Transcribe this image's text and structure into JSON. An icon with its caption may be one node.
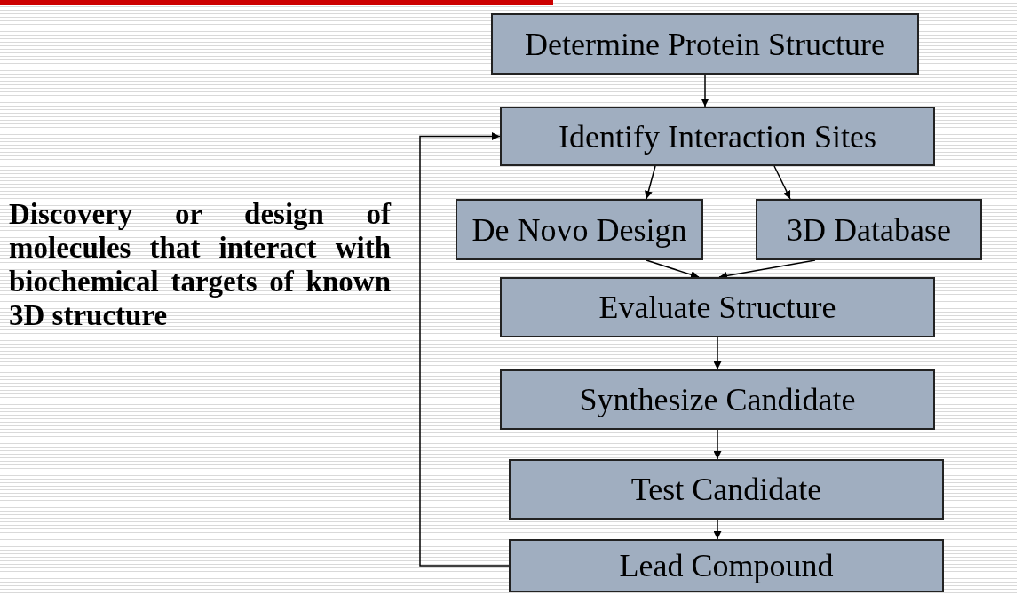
{
  "diagram": {
    "nodes": [
      {
        "text": [
          "Determine Protein Structure"
        ]
      },
      {
        "text": [
          "Identify Interaction Sites"
        ]
      },
      {
        "text": [
          "De Novo Design"
        ]
      },
      {
        "text": [
          "3D Database"
        ]
      },
      {
        "text": [
          "Evaluate Structure"
        ]
      },
      {
        "text": [
          "Synthesize Candidate"
        ]
      },
      {
        "text": [
          "Test Candidate"
        ]
      },
      {
        "text": [
          "Lead Compound"
        ]
      }
    ],
    "edges": [
      {
        "from": 0,
        "to": 1,
        "arrow": "to"
      },
      {
        "from": 1,
        "to": 2,
        "arrow": "to"
      },
      {
        "from": 1,
        "to": 3,
        "arrow": "to"
      },
      {
        "from": 2,
        "to": 4,
        "arrow": "to"
      },
      {
        "from": 3,
        "to": 4,
        "arrow": "to"
      },
      {
        "from": 4,
        "to": 5,
        "arrow": "to"
      },
      {
        "from": 5,
        "to": 6,
        "arrow": "to"
      },
      {
        "from": 6,
        "to": 7,
        "arrow": "to"
      },
      {
        "from": 7,
        "to": 1,
        "arrow": "to"
      }
    ],
    "labels": [
      "Discovery or design of molecules that interact with biochemical targets of known 3D structure"
    ]
  }
}
